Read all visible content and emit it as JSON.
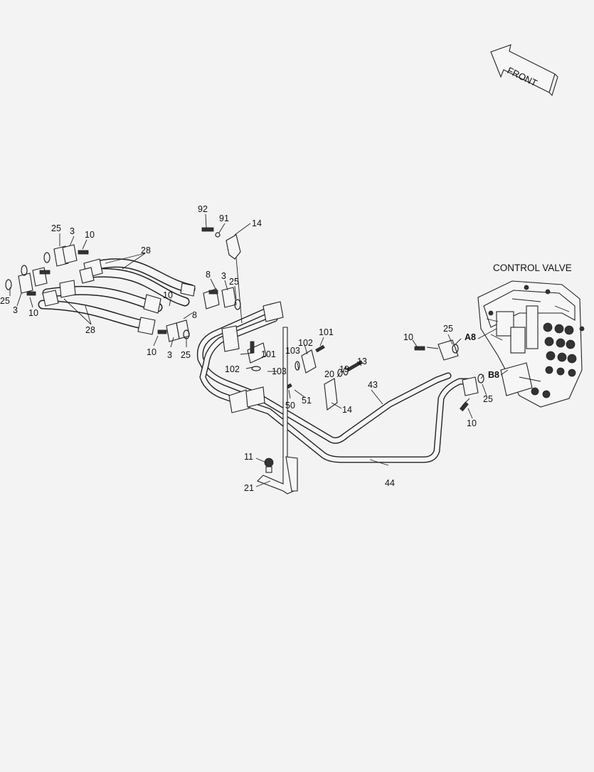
{
  "diagram": {
    "title": "CONTROL VALVE",
    "direction_arrow": "FRONT",
    "port_labels": [
      "A8",
      "B8"
    ],
    "callouts": {
      "c92": "92",
      "c91": "91",
      "c14a": "14",
      "c25a": "25",
      "c3a": "3",
      "c10a": "10",
      "c28a": "28",
      "c25b": "25",
      "c3b": "3",
      "c10b": "10",
      "c8a": "8",
      "c3c": "3",
      "c25c": "25",
      "c10c": "10",
      "c8b": "8",
      "c28b": "28",
      "c10d": "10",
      "c3d": "3",
      "c25d": "25",
      "c101a": "101",
      "c102a": "102",
      "c103a": "103",
      "c101b": "101",
      "c102b": "102",
      "c103b": "103",
      "c50": "50",
      "c51": "51",
      "c20": "20",
      "c19": "19",
      "c13": "13",
      "c14b": "14",
      "c43": "43",
      "c10e": "10",
      "c25e": "25",
      "c25f": "25",
      "c10f": "10",
      "c11": "11",
      "c21": "21",
      "c44": "44"
    }
  }
}
